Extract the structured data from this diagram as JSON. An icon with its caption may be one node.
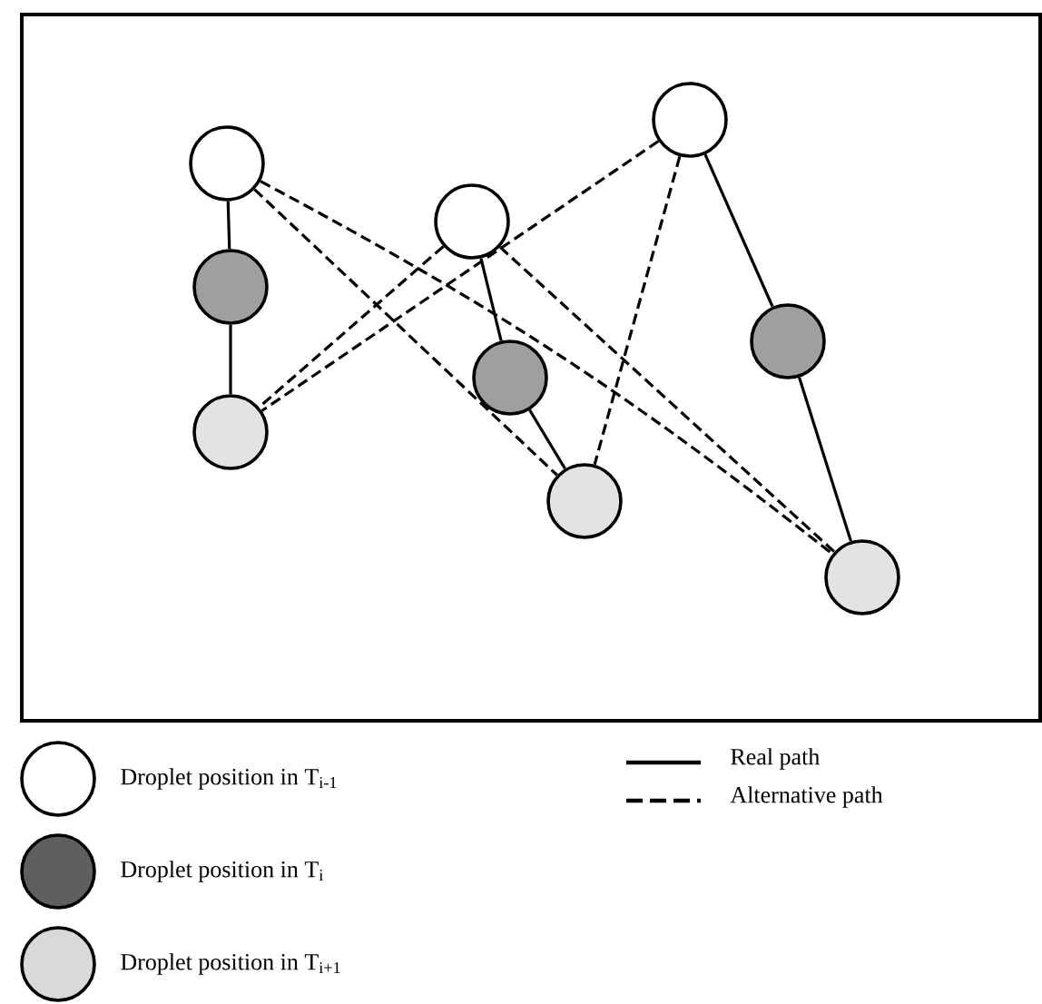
{
  "diagram": {
    "nodes": [
      {
        "text": [],
        "shape": "circle"
      },
      {
        "text": [],
        "shape": "circle"
      },
      {
        "text": [],
        "shape": "circle"
      },
      {
        "text": [],
        "shape": "circle"
      },
      {
        "text": [],
        "shape": "circle"
      },
      {
        "text": [],
        "shape": "circle"
      },
      {
        "text": [],
        "shape": "circle"
      },
      {
        "text": [],
        "shape": "circle"
      },
      {
        "text": [],
        "shape": "circle"
      }
    ],
    "edges": [
      {
        "from": 0,
        "to": 1,
        "arrow": "none"
      },
      {
        "from": 1,
        "to": 2,
        "arrow": "none"
      },
      {
        "from": 3,
        "to": 4,
        "arrow": "none"
      },
      {
        "from": 4,
        "to": 5,
        "arrow": "none"
      },
      {
        "from": 6,
        "to": 7,
        "arrow": "none"
      },
      {
        "from": 7,
        "to": 8,
        "arrow": "none"
      },
      {
        "from": 0,
        "to": 5,
        "arrow": "none",
        "style": "dashed"
      },
      {
        "from": 0,
        "to": 8,
        "arrow": "none",
        "style": "dashed"
      },
      {
        "from": 3,
        "to": 2,
        "arrow": "none",
        "style": "dashed"
      },
      {
        "from": 3,
        "to": 8,
        "arrow": "none",
        "style": "dashed"
      },
      {
        "from": 6,
        "to": 2,
        "arrow": "none",
        "style": "dashed"
      },
      {
        "from": 6,
        "to": 5,
        "arrow": "none",
        "style": "dashed"
      }
    ],
    "legend": [
      {
        "text": "Droplet position in T$_{i-1}$"
      },
      {
        "text": "Droplet position in T$_{i}$",
        "color": "#5f5f5f"
      },
      {
        "text": "Droplet position in T$_{i+1}$",
        "color": "#d9d9d9"
      },
      {
        "text": "Real path"
      },
      {
        "text": "Alternative path"
      }
    ]
  }
}
